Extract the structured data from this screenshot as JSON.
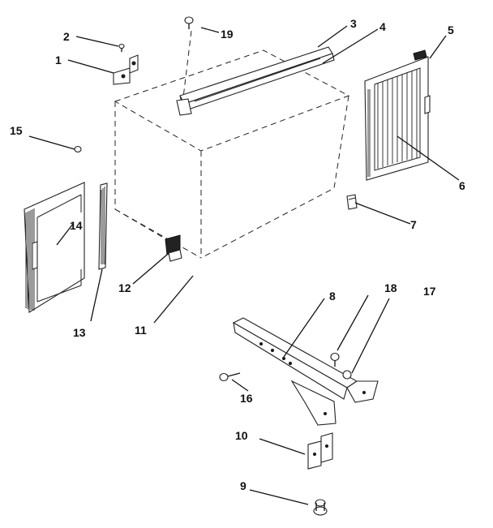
{
  "parts": [
    {
      "id": "part-1",
      "label": "1"
    },
    {
      "id": "part-2",
      "label": "2"
    },
    {
      "id": "part-3",
      "label": "3"
    },
    {
      "id": "part-4",
      "label": "4"
    },
    {
      "id": "part-5",
      "label": "5"
    },
    {
      "id": "part-6",
      "label": "6"
    },
    {
      "id": "part-7",
      "label": "7"
    },
    {
      "id": "part-8",
      "label": "8"
    },
    {
      "id": "part-9",
      "label": "9"
    },
    {
      "id": "part-10",
      "label": "10"
    },
    {
      "id": "part-11",
      "label": "11"
    },
    {
      "id": "part-12",
      "label": "12"
    },
    {
      "id": "part-13",
      "label": "13"
    },
    {
      "id": "part-14",
      "label": "14"
    },
    {
      "id": "part-15",
      "label": "15"
    },
    {
      "id": "part-16",
      "label": "16"
    },
    {
      "id": "part-17",
      "label": "17"
    },
    {
      "id": "part-18",
      "label": "18"
    },
    {
      "id": "part-19",
      "label": "19"
    }
  ],
  "colors": {
    "ink": "#111111",
    "paper": "#ffffff"
  }
}
